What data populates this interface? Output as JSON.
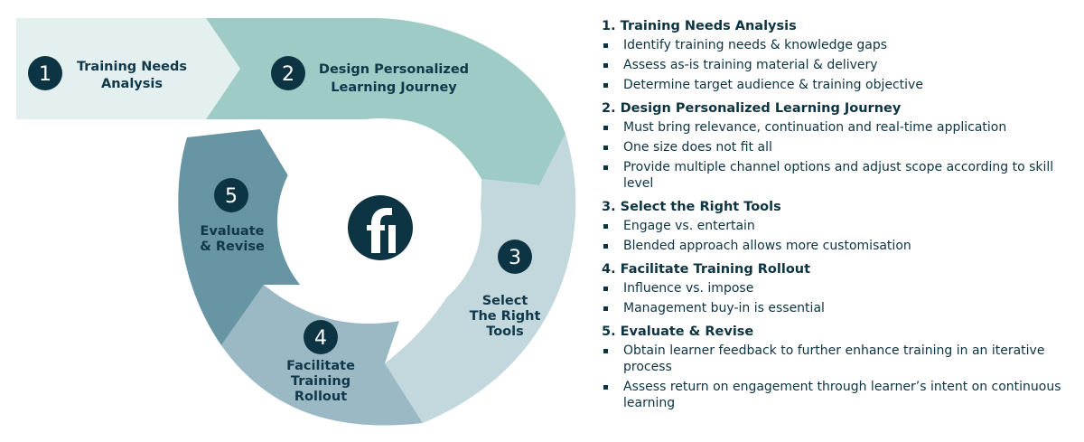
{
  "colors": {
    "step1": "#e3f0ef",
    "step2": "#9fcbc6",
    "step3": "#c2d8dc",
    "step4": "#9ab9c4",
    "step5": "#6795a3",
    "dark": "#0d3442"
  },
  "logo_icon": "fi-logo-icon",
  "steps": [
    {
      "number": "1",
      "line1": "Training Needs",
      "line2": "Analysis"
    },
    {
      "number": "2",
      "line1": "Design Personalized",
      "line2": "Learning Journey"
    },
    {
      "number": "3",
      "line1": "Select",
      "line2": "The Right",
      "line3": "Tools"
    },
    {
      "number": "4",
      "line1": "Facilitate",
      "line2": "Training",
      "line3": "Rollout"
    },
    {
      "number": "5",
      "line1": "Evaluate",
      "line2": "& Revise"
    }
  ],
  "sections": [
    {
      "title": "1. Training Needs Analysis",
      "bullets": [
        "Identify training needs & knowledge gaps",
        "Assess as-is training material & delivery",
        "Determine target audience & training objective"
      ]
    },
    {
      "title": "2. Design Personalized Learning Journey",
      "bullets": [
        "Must bring relevance, continuation and real-time application",
        "One size does not fit all",
        "Provide multiple channel options and adjust scope according to skill level"
      ]
    },
    {
      "title": "3. Select the Right Tools",
      "bullets": [
        "Engage vs. entertain",
        "Blended approach allows more customisation"
      ]
    },
    {
      "title": "4. Facilitate Training Rollout",
      "bullets": [
        "Influence vs. impose",
        "Management buy-in is essential"
      ]
    },
    {
      "title": "5. Evaluate & Revise",
      "bullets": [
        "Obtain learner feedback to further enhance training in an iterative process",
        "Assess return on engagement through learner’s intent on continuous learning"
      ]
    }
  ]
}
